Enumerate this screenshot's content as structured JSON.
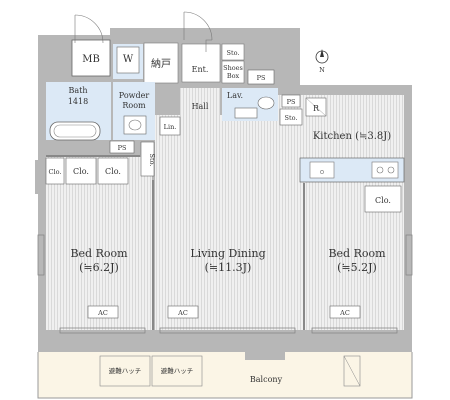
{
  "plan": {
    "rooms": {
      "mb": "MB",
      "w": "W",
      "closet_storage": "納戸",
      "entrance": "Ent.",
      "sto_top": "Sto.",
      "shoes_box": "Shoes\nBox",
      "bath_name": "Bath",
      "bath_size": "1418",
      "powder_room_line1": "Powder",
      "powder_room_line2": "Room",
      "hall": "Hall",
      "lav": "Lav.",
      "lin": "Lin.",
      "sto_right": "Sto.",
      "sto_hall": "Sto.",
      "kitchen": "Kitchen (≒3.8J)",
      "bed_left_name": "Bed Room",
      "bed_left_size": "(≒6.2J)",
      "living_name": "Living Dining",
      "living_size": "(≒11.3J)",
      "bed_right_name": "Bed Room",
      "bed_right_size": "(≒5.2J)",
      "balcony": "Balcony"
    },
    "labels": {
      "ps_top": "PS",
      "ps_right": "PS",
      "ps_left": "PS",
      "r": "R",
      "clo_1": "Clo.",
      "clo_2": "Clo.",
      "clo_3": "Clo.",
      "clo_right": "Clo.",
      "ac_left": "AC",
      "ac_mid": "AC",
      "ac_right": "AC",
      "hatch_1": "避難ハッチ",
      "hatch_2": "避難ハッチ"
    },
    "north": "N",
    "colors": {
      "wall": "#b5b5b5",
      "floor_stripe": "#d4d4d4",
      "wet_area": "#dce9f6",
      "balcony_fill": "#f7efd9",
      "line": "#555555"
    }
  }
}
